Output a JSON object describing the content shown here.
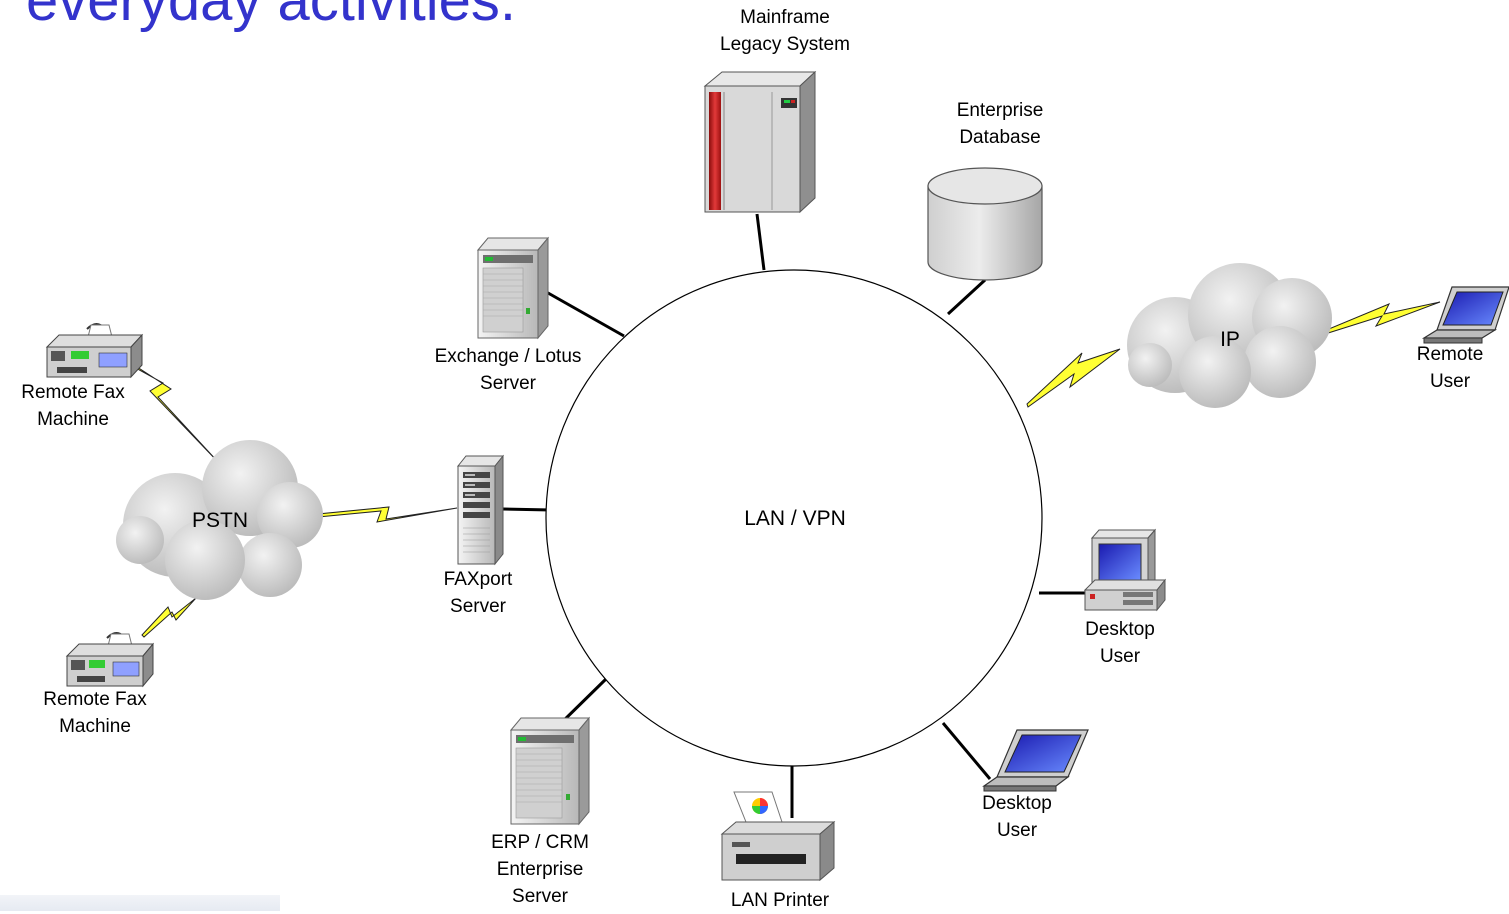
{
  "slide": {
    "title_fragment": "everyday activities."
  },
  "center": {
    "label": "LAN / VPN"
  },
  "nodes": {
    "mainframe": {
      "line1": "Mainframe",
      "line2": "Legacy System",
      "icon": "mainframe-icon"
    },
    "database": {
      "line1": "Enterprise",
      "line2": "Database",
      "icon": "database-icon"
    },
    "exchange": {
      "line1": "Exchange / Lotus",
      "line2": "Server",
      "icon": "server-tower-icon"
    },
    "faxport": {
      "line1": "FAXport",
      "line2": "Server",
      "icon": "server-tower-icon"
    },
    "erp": {
      "line1": "ERP / CRM",
      "line2": "Enterprise",
      "line3": "Server",
      "icon": "server-tower-icon"
    },
    "printer": {
      "line1": "LAN Printer",
      "icon": "printer-icon"
    },
    "desktop_pc": {
      "line1": "Desktop",
      "line2": "User",
      "icon": "desktop-computer-icon"
    },
    "desktop_laptop": {
      "line1": "Desktop",
      "line2": "User",
      "icon": "laptop-icon"
    },
    "remote_user": {
      "line1": "Remote",
      "line2": "User",
      "icon": "laptop-icon"
    },
    "fax_top": {
      "line1": "Remote Fax",
      "line2": "Machine",
      "icon": "fax-machine-icon"
    },
    "fax_bottom": {
      "line1": "Remote Fax",
      "line2": "Machine",
      "icon": "fax-machine-icon"
    }
  },
  "clouds": {
    "ip": {
      "label": "IP",
      "icon": "cloud-icon"
    },
    "pstn": {
      "label": "PSTN",
      "icon": "cloud-icon"
    }
  },
  "colors": {
    "title": "#3333cc",
    "lightning": "#ffff33",
    "cloud": "#d0d0d0",
    "laptop_screen": "#2222cc",
    "mainframe_accent": "#cc2222"
  }
}
